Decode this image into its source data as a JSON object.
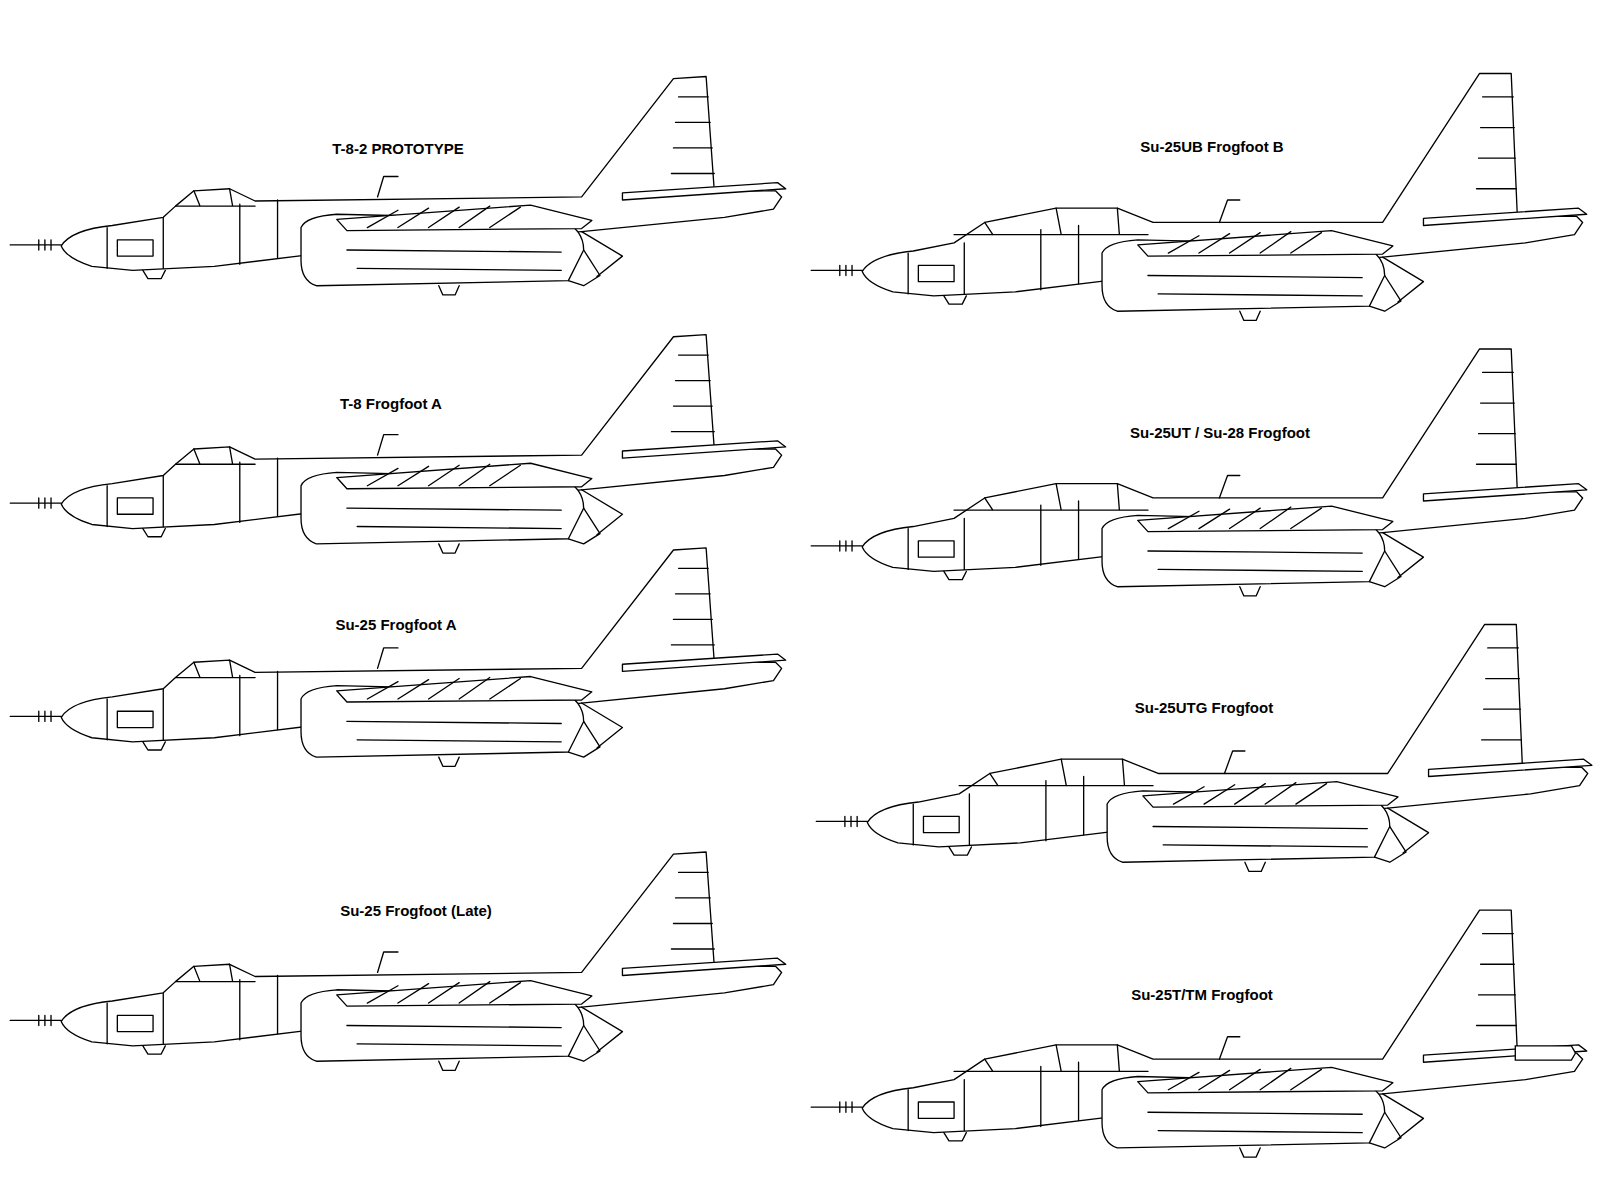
{
  "diagram": {
    "labels": [
      "T-8-2 PROTOTYPE",
      "T-8 Frogfoot A",
      "Su-25 Frogfoot A",
      "Su-25 Frogfoot (Late)",
      "Su-25UB Frogfoot B",
      "Su-25UT / Su-28 Frogfoot",
      "Su-25UTG Frogfoot",
      "Su-25T/TM Frogfoot"
    ]
  }
}
